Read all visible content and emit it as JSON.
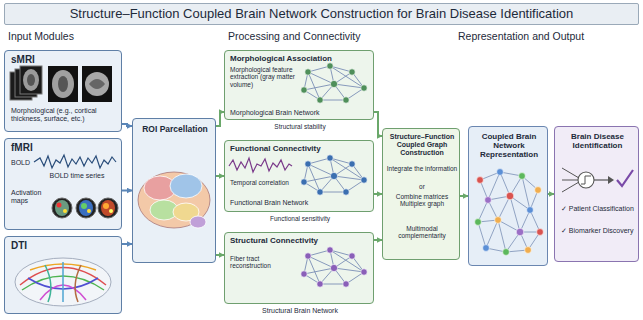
{
  "diagram": {
    "title": "Structure–Function Coupled Brain Network Construction for Brain Disease Identification",
    "nodes": [
      {
        "text": [
          "sMRI",
          "Morphological (e.g., cortical thickness, surface, etc.)"
        ]
      },
      {
        "text": [
          "fMRI",
          "BOLD",
          "BOLD time series",
          "Activation maps"
        ]
      },
      {
        "text": [
          "DTI"
        ]
      },
      {
        "text": [
          "ROI Parcellation"
        ]
      },
      {
        "text": [
          "Morphological Association",
          "Morphological feature extraction (gray matter volume)",
          "Morphological Brain Network",
          "Structural stability"
        ]
      },
      {
        "text": [
          "Functional Connectivity",
          "Temporal correlation",
          "Functional Brain Network",
          "Functional sensitivity"
        ]
      },
      {
        "text": [
          "Structural Connectivity",
          "Fiber tract reconstruction",
          "Structural Brain Network"
        ]
      },
      {
        "text": [
          "Structure–Function Coupled Graph Construction",
          "Integrate the information",
          "or",
          "Combine matrices Multiplex graph",
          "Multimodal complementarity"
        ]
      },
      {
        "text": [
          "Coupled Brain Network Representation"
        ]
      },
      {
        "text": [
          "Brain Disease Identification",
          "✓ Patient Classification",
          "✓ Biomarker Discovery"
        ]
      }
    ],
    "edges": [
      {
        "from": 0,
        "to": 3,
        "arrow": "to"
      },
      {
        "from": 1,
        "to": 3,
        "arrow": "to"
      },
      {
        "from": 2,
        "to": 3,
        "arrow": "to"
      },
      {
        "from": 3,
        "to": 4,
        "arrow": "to"
      },
      {
        "from": 3,
        "to": 5,
        "arrow": "to"
      },
      {
        "from": 3,
        "to": 6,
        "arrow": "to"
      },
      {
        "from": 4,
        "to": 7,
        "arrow": "to"
      },
      {
        "from": 5,
        "to": 7,
        "arrow": "to"
      },
      {
        "from": 6,
        "to": 7,
        "arrow": "to"
      },
      {
        "from": 7,
        "to": 8,
        "arrow": "to"
      },
      {
        "from": 8,
        "to": 9,
        "arrow": "to"
      }
    ],
    "labels": [
      "Input Modules",
      "Processing and Connectivity",
      "Representation and Output"
    ]
  }
}
